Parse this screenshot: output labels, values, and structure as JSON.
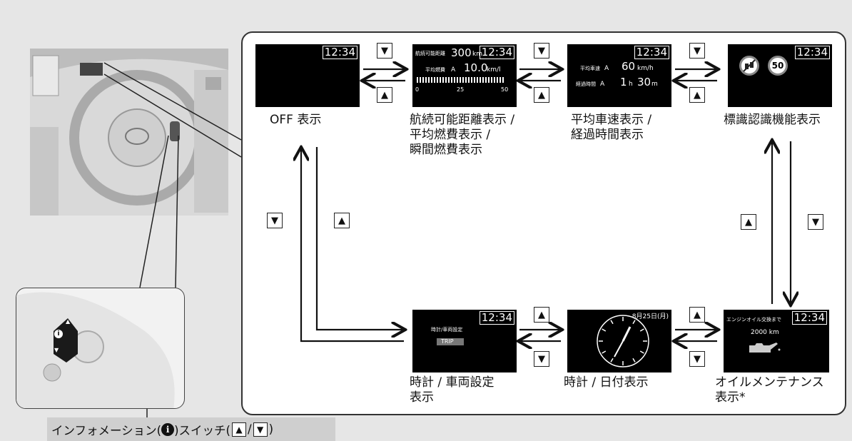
{
  "screens": {
    "off": {
      "clock": "12:34",
      "caption": "OFF 表示"
    },
    "range": {
      "clock": "12:34",
      "range_label": "航続可能距離",
      "range_value": "300",
      "range_unit": "km",
      "fuel_label": "平均燃費",
      "fuel_trip": "A",
      "fuel_value": "10.0",
      "fuel_unit": "km/l",
      "gauge_ticks": [
        "0",
        "25",
        "50"
      ],
      "caption": "航続可能距離表示 /\n平均燃費表示 /\n瞬間燃費表示"
    },
    "speed": {
      "clock": "12:34",
      "speed_label": "平均車速",
      "speed_trip": "A",
      "speed_value": "60",
      "speed_unit": "km/h",
      "elapsed_label": "経過時間",
      "elapsed_trip": "A",
      "elapsed_h": "1",
      "elapsed_h_unit": "h",
      "elapsed_m": "30",
      "elapsed_m_unit": "m",
      "caption": "平均車速表示 /\n経過時間表示"
    },
    "sign": {
      "clock": "12:34",
      "speed_limit": "50",
      "caption": "標識認識機能表示"
    },
    "settings": {
      "clock": "12:34",
      "menu_label": "時計/車両設定",
      "trip_label": "TRIP",
      "caption": "時計 / 車両設定\n表示"
    },
    "date": {
      "date_label": "8月25日(月)",
      "caption": "時計 / 日付表示"
    },
    "oil": {
      "clock": "12:34",
      "oil_label": "エンジンオイル交換まで",
      "oil_distance": "2000 km",
      "caption": "オイルメンテナンス\n表示*"
    }
  },
  "buttons": {
    "up": "▲",
    "down": "▼"
  },
  "footer": {
    "prefix": "インフォメーション(",
    "info_glyph": "i",
    "middle": ")スイッチ(",
    "up": "▲",
    "slash": "/",
    "down": "▼",
    "suffix": ")"
  },
  "inset": {
    "info_glyph": "i",
    "up": "▲",
    "down": "▼"
  }
}
